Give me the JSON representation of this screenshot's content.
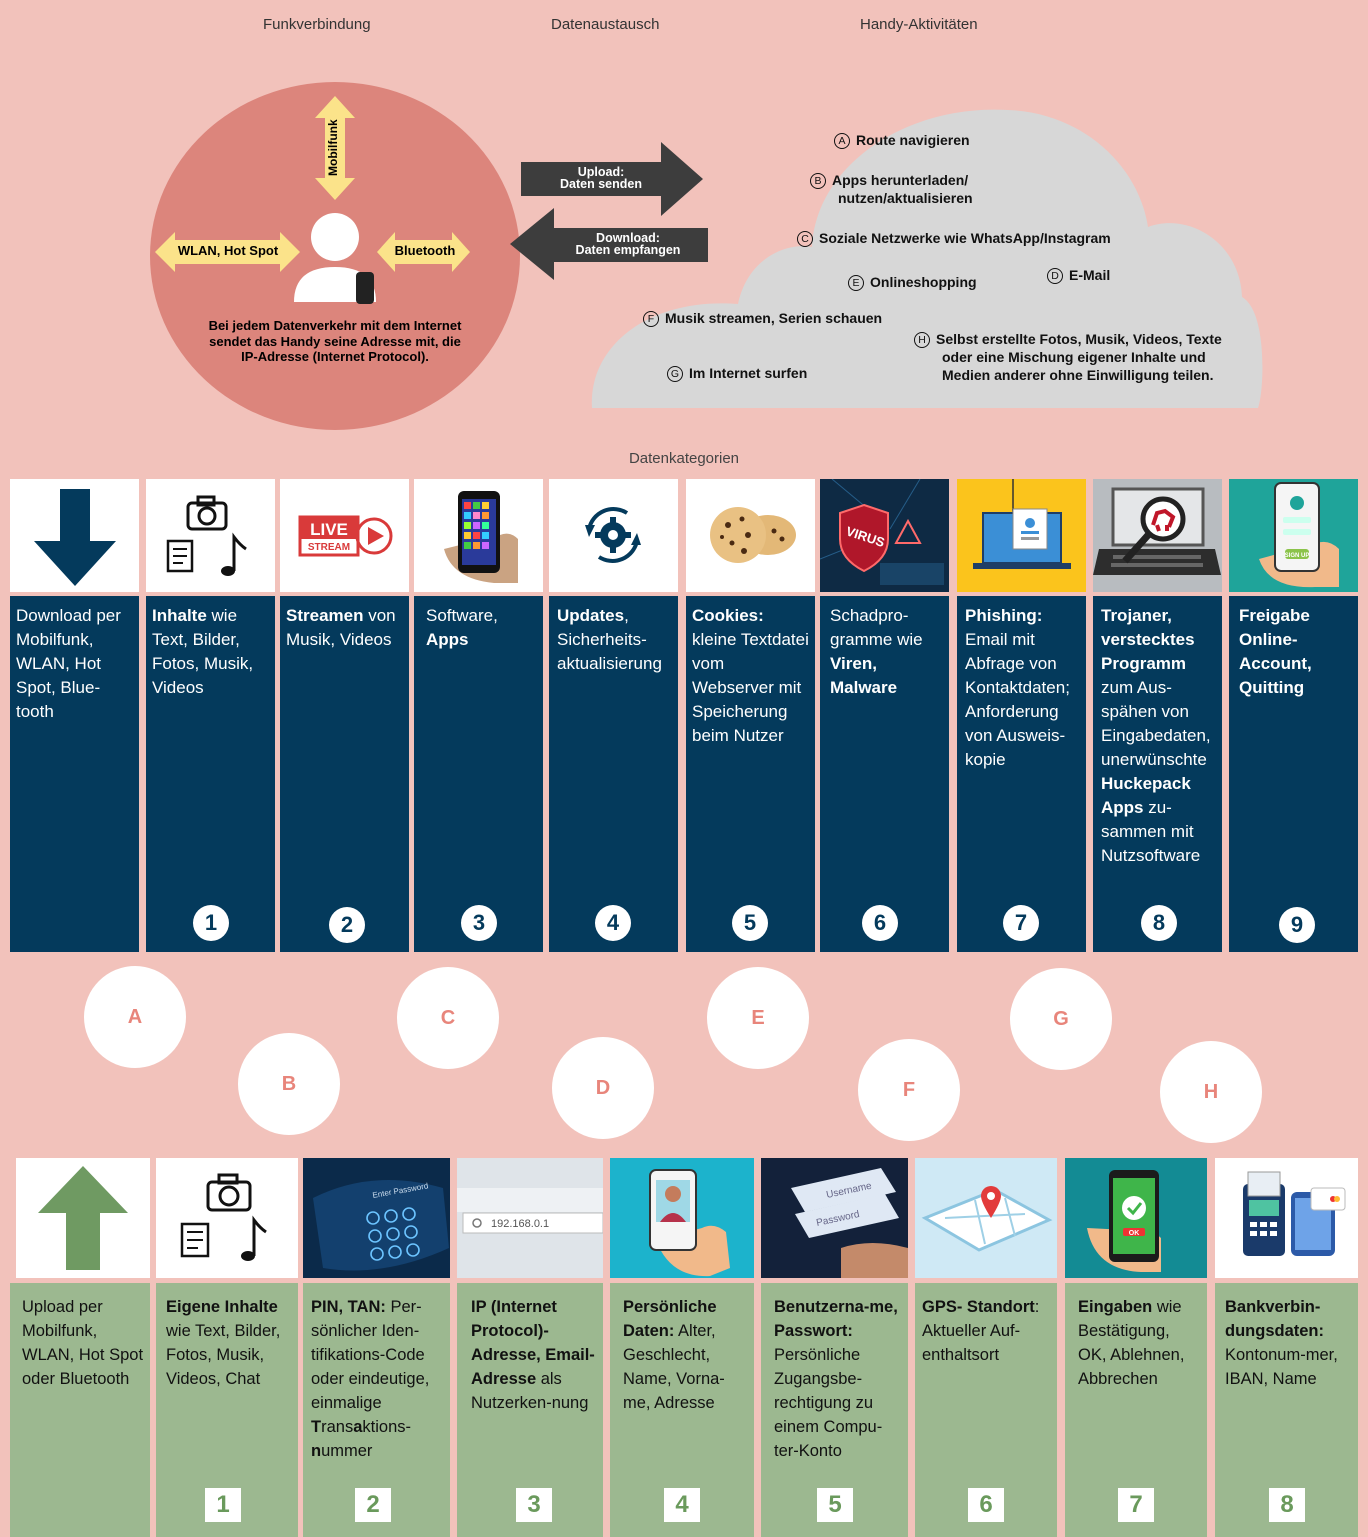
{
  "headers": {
    "funk": "Funkverbindung",
    "daten": "Datenaustausch",
    "handy": "Handy-Aktivitäten"
  },
  "circle": {
    "mobilfunk": "Mobilfunk",
    "wlan": "WLAN, Hot Spot",
    "bluetooth": "Bluetooth",
    "text": "Bei jedem Datenverkehr mit dem Internet sendet das Handy seine Adresse mit, die IP-Adresse (Internet Protocol)."
  },
  "arrows": {
    "upload1": "Upload:",
    "upload2": "Daten senden",
    "download1": "Download:",
    "download2": "Daten empfangen"
  },
  "cloud": [
    {
      "letter": "A",
      "text": "Route navigieren"
    },
    {
      "letter": "B",
      "text": "Apps herunterladen/",
      "text2": "nutzen/aktualisieren"
    },
    {
      "letter": "C",
      "text": "Soziale Netzwerke wie WhatsApp/Instagram"
    },
    {
      "letter": "E",
      "text": "Onlineshopping"
    },
    {
      "letter": "D",
      "text": "E-Mail"
    },
    {
      "letter": "F",
      "text": "Musik streamen, Serien schauen"
    },
    {
      "letter": "H",
      "text": "Selbst erstellte Fotos, Musik, Videos, Texte",
      "text2": "oder eine Mischung eigener Inhalte und",
      "text3": "Medien anderer ohne Einwilligung teilen."
    },
    {
      "letter": "G",
      "text": "Im Internet surfen"
    }
  ],
  "section_title": "Datenkategorien",
  "tile_labels": {
    "live": "LIVE",
    "stream": "STREAM",
    "virus": "VIRUS",
    "signup": "SIGN UP",
    "ip": "192.168.0.1",
    "ok": "OK",
    "enter_password": "Enter Password",
    "username": "Username",
    "password": "Password"
  },
  "download_cols": [
    {
      "num": "",
      "b1": "",
      "t1": "Download per Mobilfunk, WLAN, Hot Spot, Blue-tooth"
    },
    {
      "num": "1",
      "b1": "Inhalte",
      "t1": " wie Text, Bilder, Fotos, Musik, Videos"
    },
    {
      "num": "2",
      "b1": "Streamen",
      "t1": " von Musik, Videos"
    },
    {
      "num": "3",
      "b1": "",
      "t1": "Software, ",
      "b2": "Apps"
    },
    {
      "num": "4",
      "b1": "Updates",
      "t1": ", Sicherheits-aktualisierung"
    },
    {
      "num": "5",
      "b1": "Cookies:",
      "t1": " kleine Textdatei vom Webserver mit Speicherung beim Nutzer"
    },
    {
      "num": "6",
      "b1": "",
      "t1": "Schadpro-gramme wie ",
      "b2": "Viren, Malware"
    },
    {
      "num": "7",
      "b1": "Phishing:",
      "t1": " Email mit Abfrage von Kontaktdaten; Anforderung von Ausweis-kopie"
    },
    {
      "num": "8",
      "b1": "Trojaner, verstecktes Programm",
      "t1": " zum Aus-spähen von Eingabedaten, unerwünschte ",
      "b2": "Huckepack Apps",
      "t2": " zu-sammen mit Nutzsoftware"
    },
    {
      "num": "9",
      "b1": "Freigabe Online-Account, Quitting",
      "t1": ""
    }
  ],
  "letters": [
    "A",
    "B",
    "C",
    "D",
    "E",
    "F",
    "G",
    "H"
  ],
  "upload_cols": [
    {
      "num": "",
      "b1": "",
      "t1": "Upload per Mobilfunk, WLAN, Hot Spot oder Bluetooth"
    },
    {
      "num": "1",
      "b1": "Eigene Inhalte",
      "t1": " wie Text, Bilder, Fotos, Musik, Videos, Chat"
    },
    {
      "num": "2",
      "b1": "PIN, TAN:",
      "t1": " Per-sönlicher Iden-tifikations-Code oder eindeutige, einmalige ",
      "b2": "T",
      "t2": "rans",
      "b3": "a",
      "t3": "ktions-",
      "b4": "n",
      "t4": "ummer"
    },
    {
      "num": "3",
      "b1": "IP (Internet Protocol)-Adresse, Email-Adresse",
      "t1": " als Nutzerken-nung"
    },
    {
      "num": "4",
      "b1": "Persönliche Daten:",
      "t1": " Alter, Geschlecht, Name, Vorna-me, Adresse"
    },
    {
      "num": "5",
      "b1": "Benutzerna-me, Passwort:",
      "t1": " Persönliche Zugangsbe-rechtigung zu einem Compu-ter-Konto"
    },
    {
      "num": "6",
      "b1": "GPS- Standort",
      "t1": ": Aktueller Auf-enthaltsort"
    },
    {
      "num": "7",
      "b1": "Eingaben",
      "t1": " wie Bestätigung, OK, Ablehnen, Abbrechen"
    },
    {
      "num": "8",
      "b1": "Bankverbin-dungsdaten:",
      "t1": " Kontonum-mer, IBAN, Name"
    }
  ]
}
